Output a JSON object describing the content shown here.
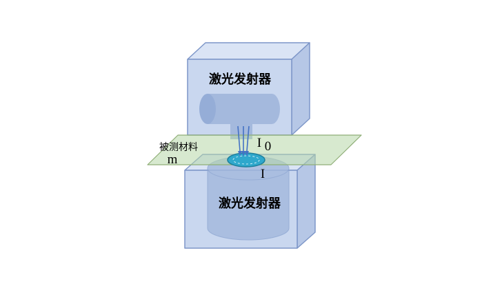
{
  "diagram": {
    "top_box_label": "激光发射器",
    "bottom_box_label": "激光发射器",
    "material_label": "被测材料",
    "material_symbol": "m",
    "incident_intensity": "I",
    "incident_intensity_sub": "0",
    "transmitted_intensity": "I"
  },
  "colors": {
    "cube_front": "#c9d7ef",
    "cube_top": "#dae4f5",
    "cube_side": "#b6c7e6",
    "cube_edge": "#7d96c8",
    "cylinder": "#a3b8dd",
    "cylinder_cap": "#93abd6",
    "plane_fill": "#b7d7a8",
    "plane_edge": "#8fae77",
    "spot_fill": "#2fa8cc",
    "spot_edge": "#1d7f9c",
    "arrow": "#4472c4"
  }
}
